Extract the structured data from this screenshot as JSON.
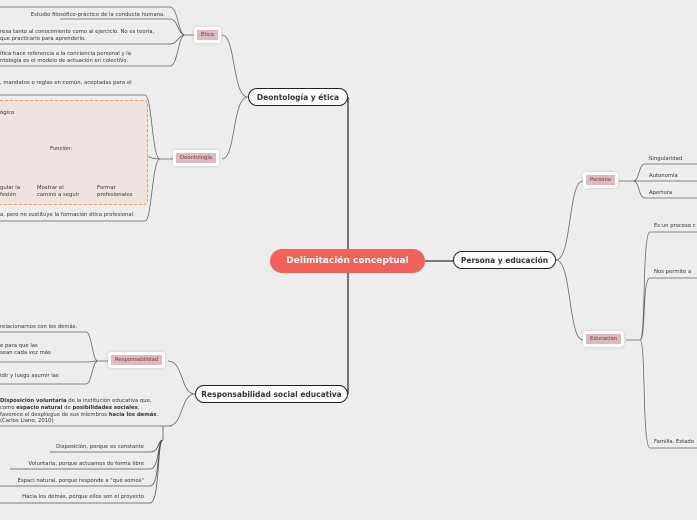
{
  "central": "Delimitación conceptual",
  "topics": {
    "deontologia_etica": "Deontología y ética",
    "responsabilidad": "Responsabilidad social educativa",
    "persona_educacion": "Persona y educación"
  },
  "subtopics": {
    "etica": "Ética",
    "deontologia": "Deontología",
    "responsabilidad": "Responsabilidad",
    "persona": "Persona",
    "educacion": "Educación"
  },
  "etica_items": [
    "Estudio filosófico-práctico de la conducta humana.",
    "resa tanto al conocimiento como al ejercicio. No es teoría,",
    " que practicarlo para aprenderlo.",
    "ítica hace referencia a la conciencia personal y la",
    "ntología es el modelo de actuación en colectivo."
  ],
  "deontologia_items": {
    "top": ", mandatos o reglas en común, aceptadas para el",
    "logico": "ógico",
    "funcion": "Función:",
    "funciones": [
      "gular la\nfesión",
      "Mostrar el\ncamino a seguir",
      "Formar\nprofesionales"
    ],
    "bottom": "a, pero no sustituye la formación ética profesional."
  },
  "responsabilidad_items": [
    "relacionarnos con los demás.",
    "e para que las\nsean cada vez más",
    "idir y luego asumir las"
  ],
  "definicion": {
    "p1": "Disposición voluntaria",
    "p2": " de la institución educativa que,",
    "p3": "como ",
    "p4": "espacio natural",
    "p5": " de ",
    "p6": "posibilidades sociales",
    ",p7": ",",
    "p8": "favorece el despliegue de sus miembros ",
    "p9": "hacia los demás",
    "p10": ".",
    "cite": "(Carlos Llano, 2010)"
  },
  "definicion_list": [
    "Disposición, porque es constante",
    "Voluntaria, porque actuamos de forma libre",
    "Espaci natural, porque responde a \"qué somos\"",
    "Hacia los demás, porque ellos son el proyecto"
  ],
  "persona_items": [
    "Singularidad",
    "Autonomía",
    "Apertura"
  ],
  "educacion_items": [
    "Es un proceso c",
    "Nos permite a",
    "Familia, Estado"
  ],
  "colors": {
    "central": "#f0625a",
    "subtopic": "#deb9bf",
    "callout_border": "#f09a6b"
  }
}
